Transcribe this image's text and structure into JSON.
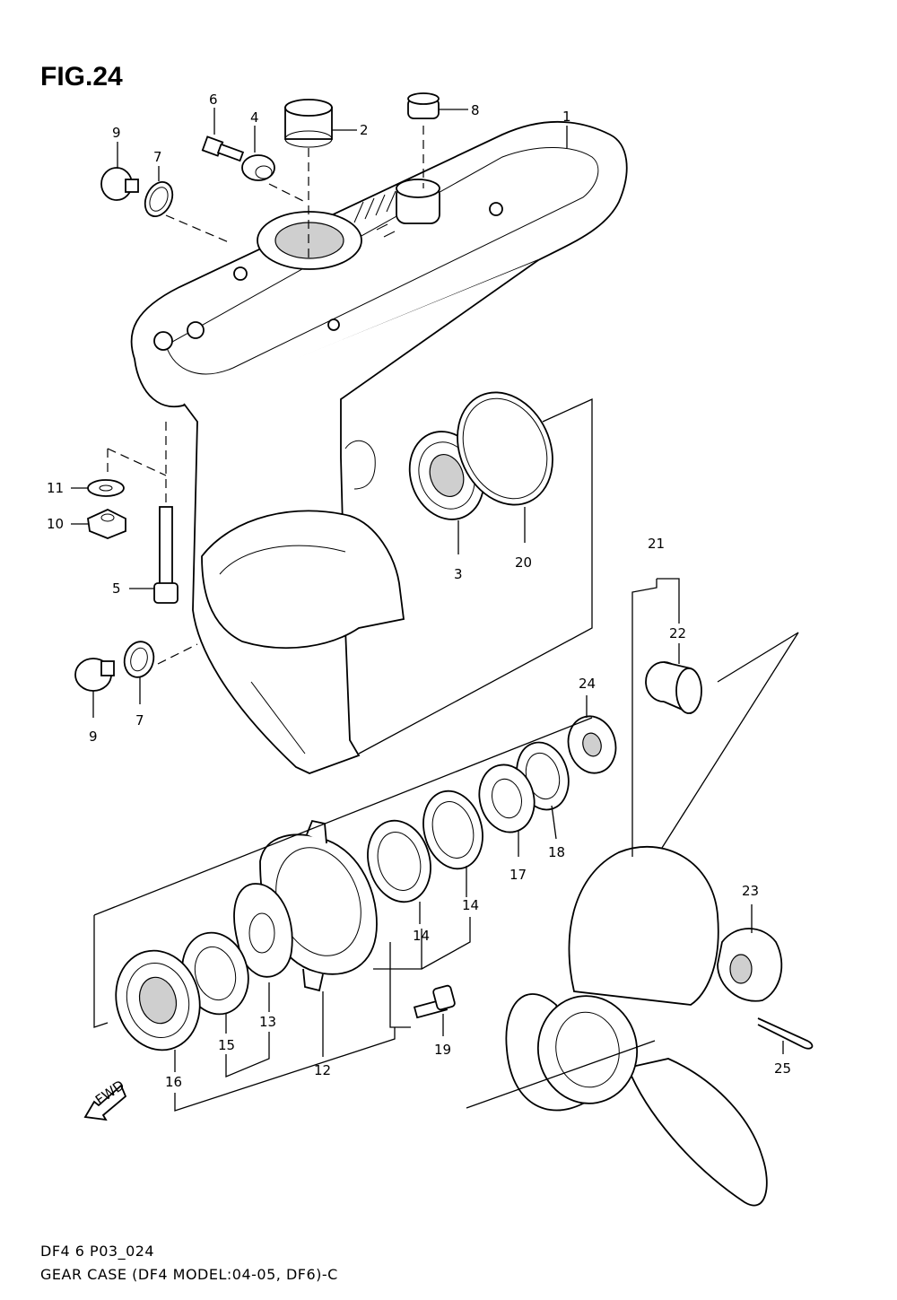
{
  "figure": {
    "title": "FIG.24"
  },
  "callouts": [
    {
      "id": "c1",
      "label": "1"
    },
    {
      "id": "c2",
      "label": "2"
    },
    {
      "id": "c3",
      "label": "3"
    },
    {
      "id": "c4",
      "label": "4"
    },
    {
      "id": "c5",
      "label": "5"
    },
    {
      "id": "c6",
      "label": "6"
    },
    {
      "id": "c7a",
      "label": "7"
    },
    {
      "id": "c7b",
      "label": "7"
    },
    {
      "id": "c8",
      "label": "8"
    },
    {
      "id": "c9a",
      "label": "9"
    },
    {
      "id": "c9b",
      "label": "9"
    },
    {
      "id": "c10",
      "label": "10"
    },
    {
      "id": "c11",
      "label": "11"
    },
    {
      "id": "c12",
      "label": "12"
    },
    {
      "id": "c13",
      "label": "13"
    },
    {
      "id": "c14a",
      "label": "14"
    },
    {
      "id": "c14b",
      "label": "14"
    },
    {
      "id": "c15",
      "label": "15"
    },
    {
      "id": "c16",
      "label": "16"
    },
    {
      "id": "c17",
      "label": "17"
    },
    {
      "id": "c18",
      "label": "18"
    },
    {
      "id": "c19",
      "label": "19"
    },
    {
      "id": "c20",
      "label": "20"
    },
    {
      "id": "c21",
      "label": "21"
    },
    {
      "id": "c22",
      "label": "22"
    },
    {
      "id": "c23",
      "label": "23"
    },
    {
      "id": "c24",
      "label": "24"
    },
    {
      "id": "c25",
      "label": "25"
    }
  ],
  "fwd_badge": "FWD",
  "footer": {
    "code": "DF4 6 P03_024",
    "caption": "GEAR CASE (DF4 MODEL:04-05, DF6)-C"
  }
}
